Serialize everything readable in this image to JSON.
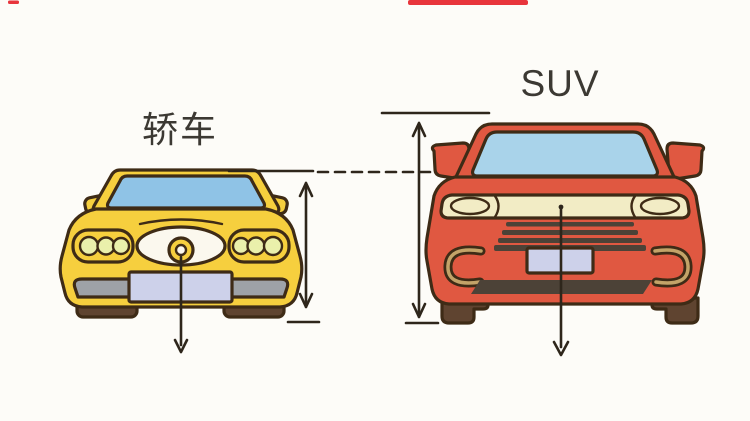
{
  "labels": {
    "sedan": "轿车",
    "suv": "SUV"
  },
  "colors": {
    "background": "#FDFCF8",
    "accent_red": "#E8353C",
    "outline": "#3E2B16",
    "line_color": "#2E261B",
    "label_text": "#3C3933",
    "sedan_body": "#F6CF3E",
    "sedan_windshield": "#8FC3E6",
    "suv_body": "#E05841",
    "suv_windshield": "#A9D3EA",
    "headlight_cream": "#F2ECC5",
    "lamp_circle": "#EAF0AB",
    "grille_white": "#FBF8EE",
    "plate": "#CDD1EA",
    "bumper_gray": "#9EA2A7",
    "wheel_dark": "#5F4430",
    "dark_trim": "#4C4237",
    "fog_tan": "#C3A368"
  },
  "indicators": {
    "sedan_height_arrow": "double-arrow",
    "suv_height_arrow": "double-arrow",
    "roof_height_reference": "dashed-line",
    "sedan_ground_arrow": "down-arrow",
    "suv_ground_arrow": "down-arrow"
  }
}
